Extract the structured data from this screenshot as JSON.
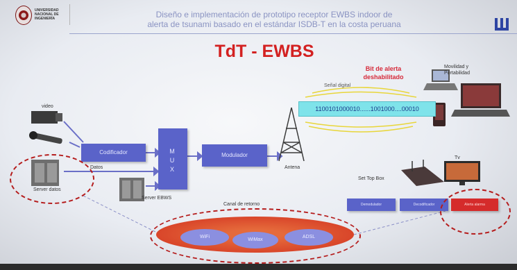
{
  "header": {
    "university": [
      "UNIVERSIDAD",
      "NACIONAL DE",
      "INGENIERÍA"
    ],
    "title_lines": [
      "Diseño e implementación de prototipo receptor EWBS indoor de",
      "alerta de tsunami basado en el estándar ISDB-T en la costa peruana"
    ]
  },
  "main_title": "TdT - EWBS",
  "alert": [
    "Bit de alerta",
    "deshabilitado"
  ],
  "signal_label": "Señal digital",
  "bitstream": "1100101000010......1001000....00010",
  "sources": {
    "video": "video",
    "audio": "audio",
    "datos": "Datos",
    "server_datos": "Server datos",
    "server_ebws": "Server EBWS"
  },
  "blocks": {
    "codificador": "Codificador",
    "mux": [
      "M",
      "U",
      "X"
    ],
    "modulador": "Modulador",
    "demodulador": "Demodulador",
    "decodificador": "Decodificador",
    "alerta": "Alerta alarma"
  },
  "labels": {
    "antena": "Antena",
    "set_top_box": "Set Top Box",
    "tv": "Tv",
    "movilidad": [
      "Movilidad y",
      "Portabilidad"
    ],
    "canal_retorno": "Canal de retorno"
  },
  "canal_options": [
    "WiFi",
    "WiMax",
    "ADSL"
  ]
}
